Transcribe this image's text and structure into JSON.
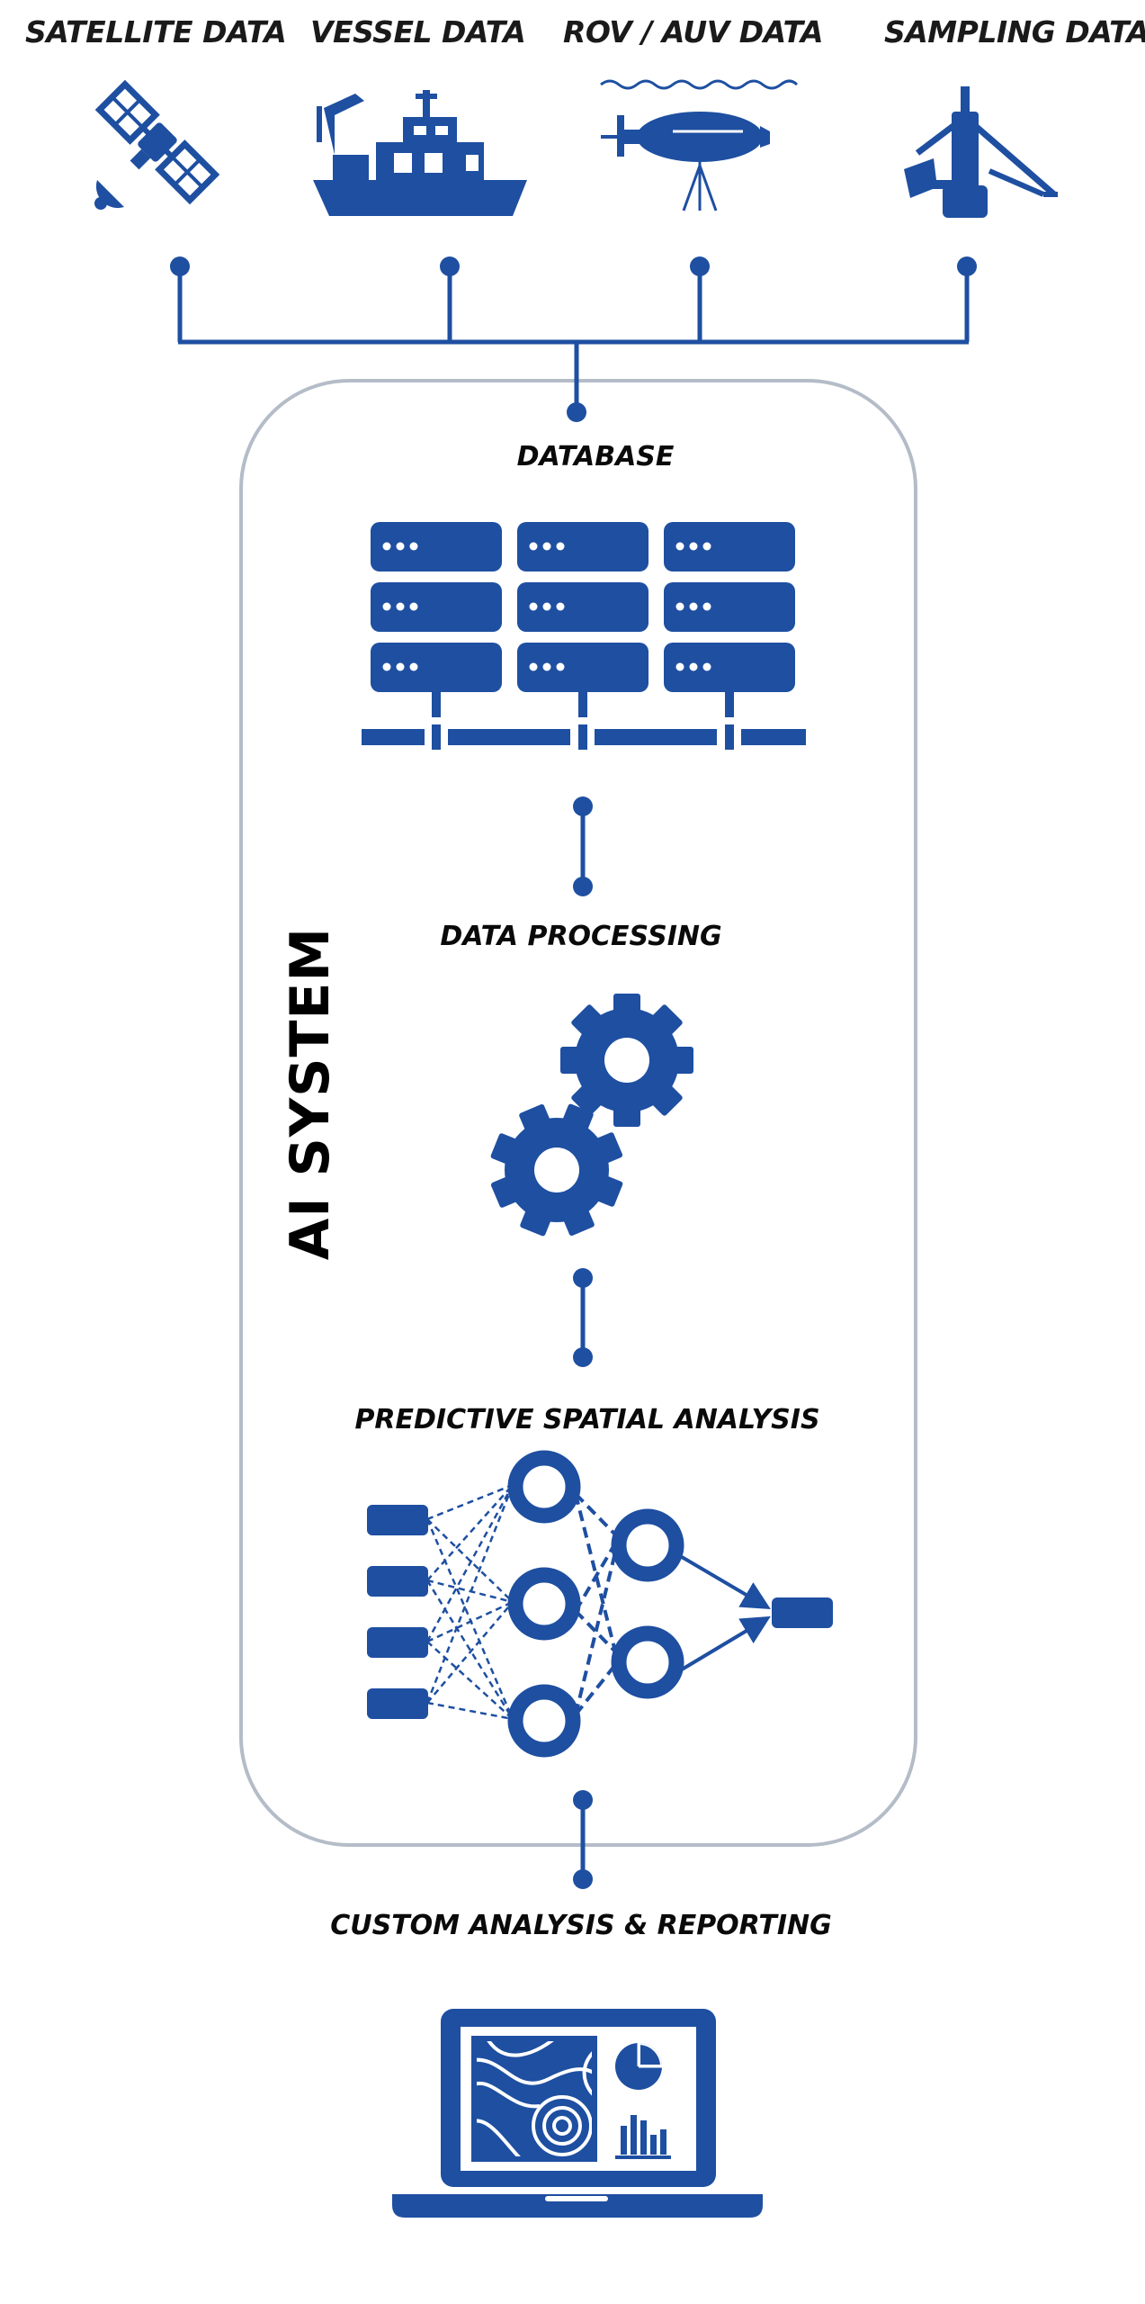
{
  "sources": {
    "satellite": "SATELLITE DATA",
    "vessel": "VESSEL DATA",
    "rov": "ROV / AUV DATA",
    "sampling": "SAMPLING DATA"
  },
  "system": {
    "title": "AI SYSTEM",
    "database": "DATABASE",
    "processing": "DATA PROCESSING",
    "analysis": "PREDICTIVE SPATIAL ANALYSIS"
  },
  "output": {
    "reporting": "CUSTOM ANALYSIS & REPORTING"
  },
  "colors": {
    "icon": "#1e4fa1",
    "frame": "#b4bcc8",
    "text": "#111111"
  },
  "icons": [
    "satellite-icon",
    "vessel-icon",
    "rov-auv-icon",
    "sampling-rig-icon",
    "database-server-icon",
    "gears-icon",
    "neural-network-icon",
    "laptop-report-icon"
  ]
}
